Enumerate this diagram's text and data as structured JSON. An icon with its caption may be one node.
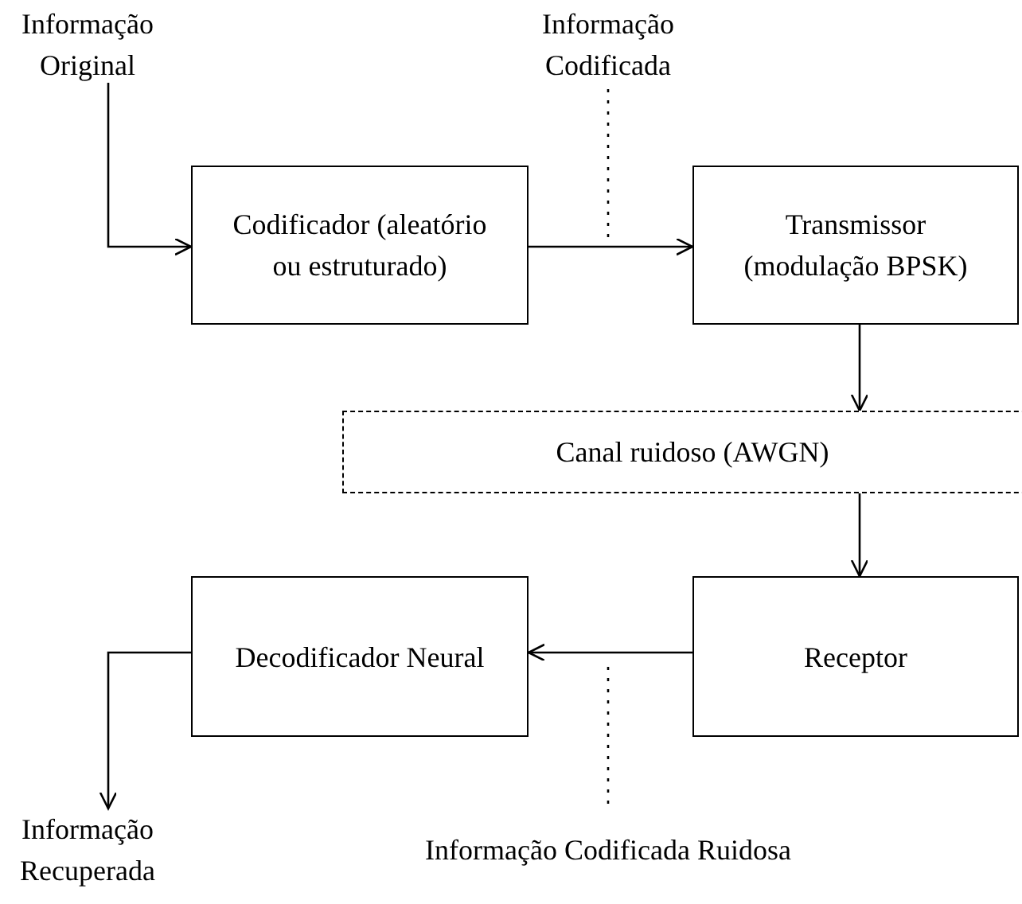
{
  "diagram": {
    "nodes": [
      {
        "text": [
          "Informação Original"
        ]
      },
      {
        "text": [
          "Codificador (aleatório ou estruturado)"
        ]
      },
      {
        "text": [
          "Informação Codificada"
        ]
      },
      {
        "text": [
          "Transmissor (modulação BPSK)"
        ]
      },
      {
        "text": [
          "Canal ruidoso (AWGN)"
        ]
      },
      {
        "text": [
          "Receptor"
        ]
      },
      {
        "text": [
          "Decodificador Neural"
        ]
      },
      {
        "text": [
          "Informação Recuperada"
        ]
      },
      {
        "text": [
          "Informação Codificada Ruidosa"
        ]
      }
    ],
    "edges": [
      {
        "from": 0,
        "to": 1,
        "arrow": "to"
      },
      {
        "from": 1,
        "to": 3,
        "arrow": "to"
      },
      {
        "from": 3,
        "to": 4,
        "arrow": "to"
      },
      {
        "from": 4,
        "to": 5,
        "arrow": "to"
      },
      {
        "from": 5,
        "to": 6,
        "arrow": "to"
      },
      {
        "from": 6,
        "to": 7,
        "arrow": "to"
      },
      {
        "from": 2,
        "to": null,
        "arrow": "none",
        "style": "dashed"
      },
      {
        "from": 8,
        "to": null,
        "arrow": "none",
        "style": "dashed"
      }
    ]
  }
}
